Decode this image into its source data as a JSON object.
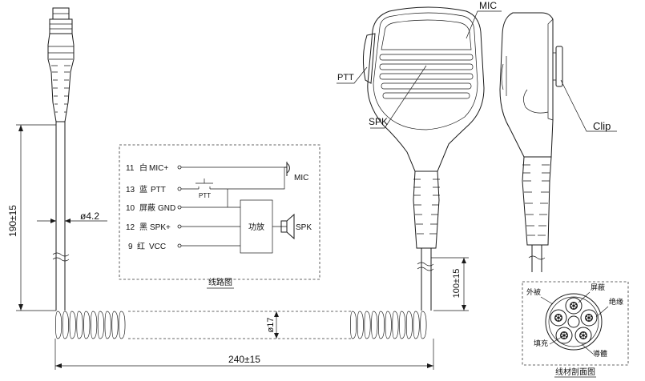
{
  "labels": {
    "mic": "MIC",
    "ptt": "PTT",
    "spk": "SPK",
    "clip": "Clip"
  },
  "dimensions": {
    "cable_length": "190±15",
    "cable_diameter": "ø4.2",
    "coil_diameter": "ø17",
    "coil_length": "240±15",
    "tail_length": "100±15"
  },
  "circuit": {
    "caption": "线路图",
    "pins": [
      {
        "num": "11",
        "color": "白",
        "name": "MIC+"
      },
      {
        "num": "13",
        "color": "蓝",
        "name": "PTT"
      },
      {
        "num": "10",
        "color": "屏蔽",
        "name": "GND"
      },
      {
        "num": "12",
        "color": "黑",
        "name": "SPK+"
      },
      {
        "num": "9",
        "color": "红",
        "name": "VCC"
      }
    ],
    "switch_label": "PTT",
    "amp_label": "功放",
    "mic_label": "MIC",
    "spk_label": "SPK"
  },
  "section": {
    "caption": "线材剖面图",
    "outer_jacket": "外被",
    "shield": "屏蔽",
    "insulation": "绝缘",
    "filler": "填充",
    "conductor": "導體"
  }
}
